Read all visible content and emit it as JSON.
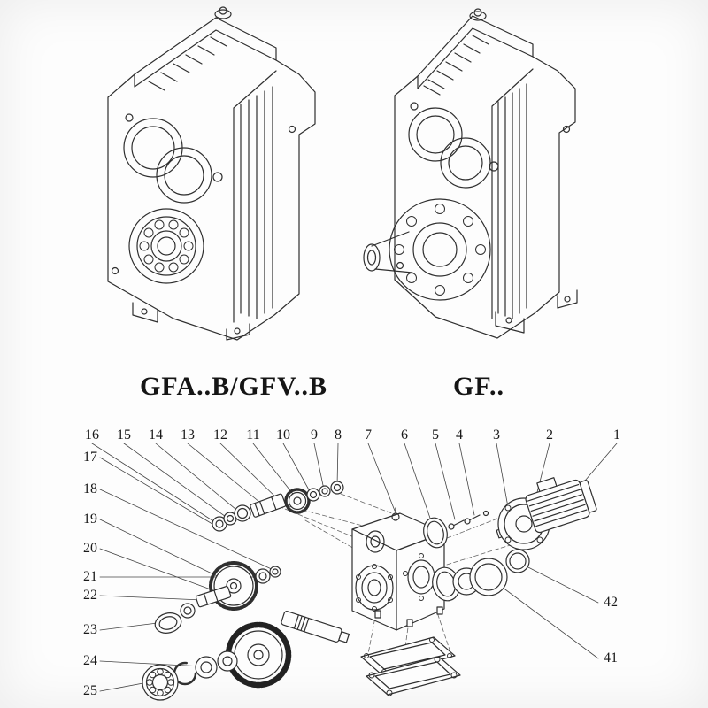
{
  "models": {
    "left_label": "GFA..B/GFV..B",
    "right_label": "GF.."
  },
  "callouts": {
    "top": [
      "16",
      "15",
      "14",
      "13",
      "12",
      "11",
      "10",
      "9",
      "8",
      "7",
      "6",
      "5",
      "4",
      "3",
      "2",
      "1"
    ],
    "left": [
      "17",
      "18",
      "19",
      "20",
      "21",
      "22",
      "23",
      "24",
      "25"
    ],
    "right": [
      "42",
      "41"
    ]
  },
  "art": {
    "ink": "#2f2f2f",
    "leader": "#444444",
    "dash": "#666666",
    "paper": "#fdfdfd"
  }
}
